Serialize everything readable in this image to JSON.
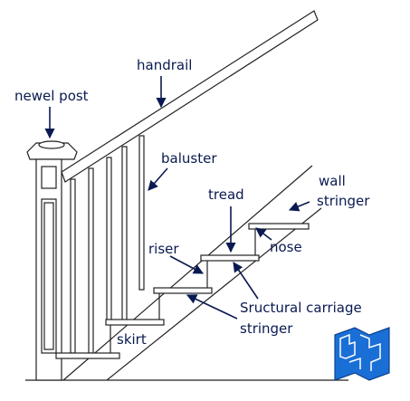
{
  "labels": {
    "handrail": "handrail",
    "newel_post": "newel post",
    "baluster": "baluster",
    "wall_stringer_line1": "wall",
    "wall_stringer_line2": "stringer",
    "tread": "tread",
    "riser": "riser",
    "nose": "nose",
    "carriage_line1": "Sructural carriage",
    "carriage_line2": "stringer",
    "skirt": "skirt"
  },
  "colors": {
    "label_text": "#0a1a50",
    "arrow": "#0a1a50",
    "line_art": "#222222",
    "logo_blue": "#1a6fd6",
    "logo_dark": "#0d3f8a"
  },
  "icons": {
    "logo": "blueprint-map-icon"
  }
}
